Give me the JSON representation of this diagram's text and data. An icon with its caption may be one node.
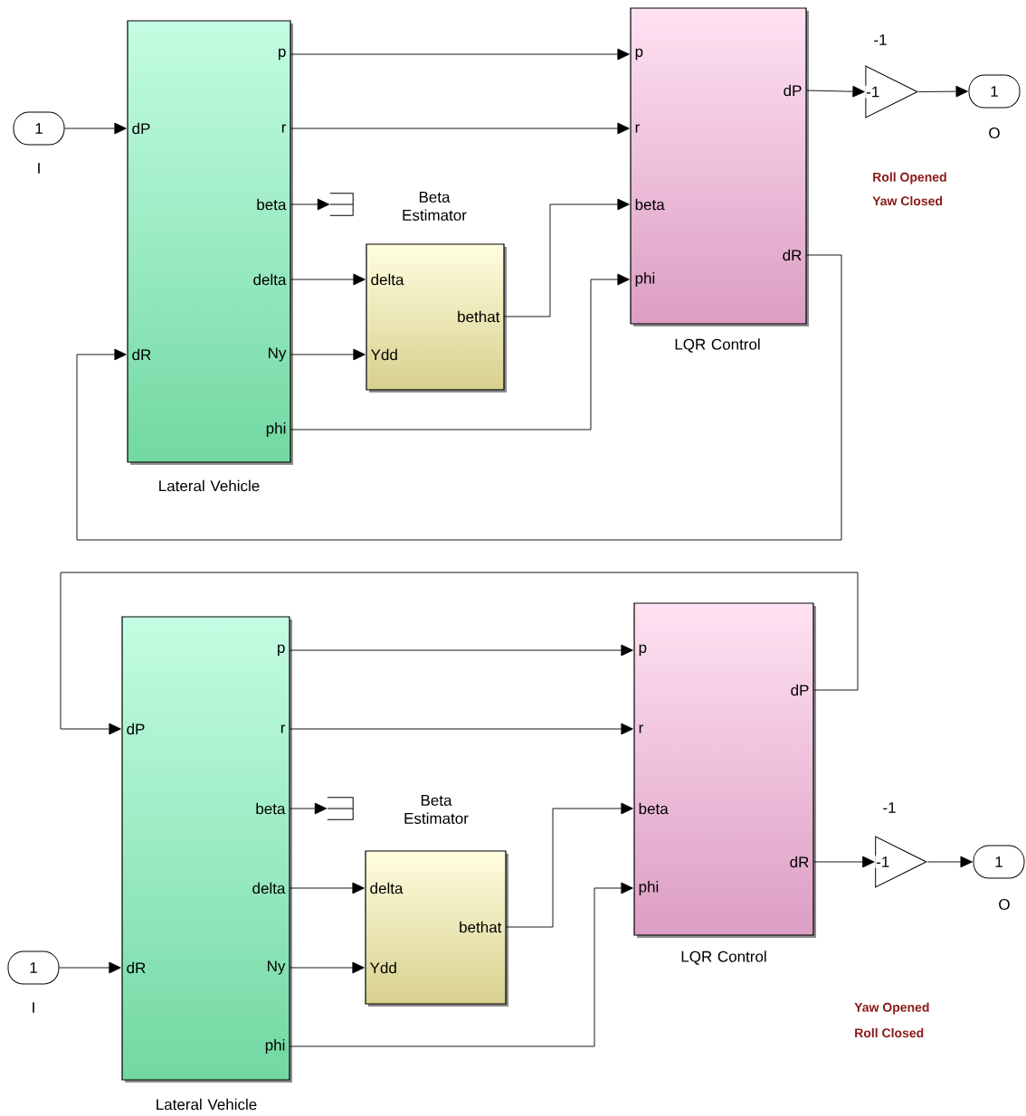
{
  "diagram": {
    "nodes": [
      {
        "text": [
          "1"
        ],
        "beside": [
          "I"
        ]
      },
      {
        "text": [
          "Lateral Vehicle"
        ]
      },
      {
        "text": [
          "p"
        ],
        "in": 1
      },
      {
        "text": [
          "dP"
        ],
        "in": 1
      },
      {
        "text": [
          "r"
        ],
        "in": 1
      },
      {
        "text": [
          "beta"
        ],
        "in": 1
      },
      {
        "text": [
          "delta"
        ],
        "in": 1
      },
      {
        "text": [
          "dR"
        ],
        "in": 1
      },
      {
        "text": [
          "Ny"
        ],
        "in": 1
      },
      {
        "text": [
          "phi"
        ],
        "in": 1
      },
      {
        "text": [],
        "shape": "bracket"
      },
      {
        "text": [
          "Beta Estimator"
        ]
      },
      {
        "text": [
          "delta"
        ],
        "in": 11
      },
      {
        "text": [
          "bethat"
        ],
        "in": 11
      },
      {
        "text": [
          "Ydd"
        ],
        "in": 11
      },
      {
        "text": [
          "LQR Control"
        ]
      },
      {
        "text": [
          "p"
        ],
        "in": 15
      },
      {
        "text": [
          "dP"
        ],
        "in": 15
      },
      {
        "text": [
          "r"
        ],
        "in": 15
      },
      {
        "text": [
          "beta"
        ],
        "in": 15
      },
      {
        "text": [
          "dR"
        ],
        "in": 15
      },
      {
        "text": [
          "phi"
        ],
        "in": 15
      },
      {
        "text": [
          "-1"
        ],
        "beside": [
          "-1"
        ]
      },
      {
        "text": [
          "1"
        ],
        "beside": [
          "O"
        ]
      },
      {
        "text": [
          "1"
        ],
        "beside": [
          "I"
        ]
      },
      {
        "text": [
          "Lateral Vehicle"
        ]
      },
      {
        "text": [
          "p"
        ],
        "in": 25
      },
      {
        "text": [
          "dP"
        ],
        "in": 25
      },
      {
        "text": [
          "r"
        ],
        "in": 25
      },
      {
        "text": [
          "beta"
        ],
        "in": 25
      },
      {
        "text": [
          "delta"
        ],
        "in": 25
      },
      {
        "text": [
          "dR"
        ],
        "in": 25
      },
      {
        "text": [
          "Ny"
        ],
        "in": 25
      },
      {
        "text": [
          "phi"
        ],
        "in": 25
      },
      {
        "text": [],
        "shape": "bracket"
      },
      {
        "text": [
          "Beta Estimator"
        ]
      },
      {
        "text": [
          "delta"
        ],
        "in": 35
      },
      {
        "text": [
          "bethat"
        ],
        "in": 35
      },
      {
        "text": [
          "Ydd"
        ],
        "in": 35
      },
      {
        "text": [
          "LQR Control"
        ]
      },
      {
        "text": [
          "p"
        ],
        "in": 39
      },
      {
        "text": [
          "dP"
        ],
        "in": 39
      },
      {
        "text": [
          "r"
        ],
        "in": 39
      },
      {
        "text": [
          "beta"
        ],
        "in": 39
      },
      {
        "text": [
          "dR"
        ],
        "in": 39
      },
      {
        "text": [
          "phi"
        ],
        "in": 39
      },
      {
        "text": [
          "-1"
        ],
        "beside": [
          "-1"
        ]
      },
      {
        "text": [
          "1"
        ],
        "beside": [
          "O"
        ]
      }
    ],
    "edges": [
      {
        "from": 0,
        "to": 3,
        "arrow": "to"
      },
      {
        "from": 2,
        "to": 16,
        "arrow": "to"
      },
      {
        "from": 4,
        "to": 18,
        "arrow": "to"
      },
      {
        "from": 5,
        "to": 10,
        "arrow": "to"
      },
      {
        "from": 6,
        "to": 12,
        "arrow": "to"
      },
      {
        "from": 8,
        "to": 14,
        "arrow": "to"
      },
      {
        "from": 13,
        "to": 19,
        "arrow": "to"
      },
      {
        "from": 9,
        "to": 21,
        "arrow": "to"
      },
      {
        "from": 17,
        "to": 22,
        "arrow": "to"
      },
      {
        "from": 22,
        "to": 23,
        "arrow": "to"
      },
      {
        "from": 20,
        "to": 7,
        "arrow": "to"
      },
      {
        "from": 24,
        "to": 31,
        "arrow": "to"
      },
      {
        "from": 26,
        "to": 40,
        "arrow": "to"
      },
      {
        "from": 28,
        "to": 42,
        "arrow": "to"
      },
      {
        "from": 29,
        "to": 34,
        "arrow": "to"
      },
      {
        "from": 30,
        "to": 36,
        "arrow": "to"
      },
      {
        "from": 32,
        "to": 38,
        "arrow": "to"
      },
      {
        "from": 37,
        "to": 43,
        "arrow": "to"
      },
      {
        "from": 33,
        "to": 45,
        "arrow": "to"
      },
      {
        "from": 44,
        "to": 46,
        "arrow": "to"
      },
      {
        "from": 46,
        "to": 47,
        "arrow": "to"
      },
      {
        "from": 41,
        "to": 27,
        "arrow": "to"
      }
    ],
    "labels": [
      "Roll Opened",
      "Yaw Closed",
      "Yaw Opened",
      "Roll Closed"
    ]
  }
}
